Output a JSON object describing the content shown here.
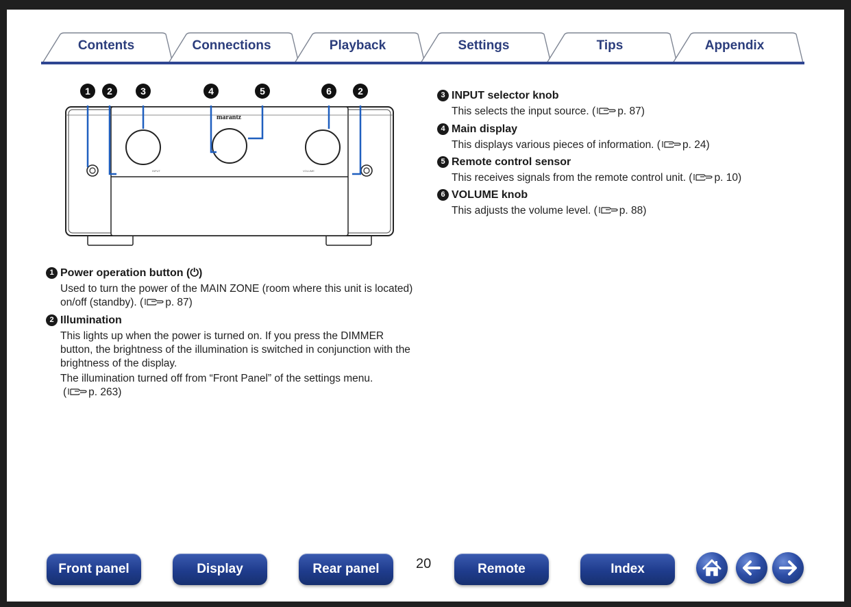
{
  "tabs": [
    {
      "label": "Contents"
    },
    {
      "label": "Connections"
    },
    {
      "label": "Playback"
    },
    {
      "label": "Settings"
    },
    {
      "label": "Tips"
    },
    {
      "label": "Appendix"
    }
  ],
  "figure": {
    "brand": "marantz",
    "knob_label_left": "INPUT",
    "knob_label_right": "VOLUME",
    "callouts": [
      "1",
      "2",
      "3",
      "4",
      "5",
      "6",
      "2"
    ]
  },
  "left_items": [
    {
      "num": "1",
      "title": "Power operation button (⏻)",
      "desc": "Used to turn the power of the MAIN ZONE (room where this unit is located) on/off (standby).",
      "ref": "p. 87)"
    },
    {
      "num": "2",
      "title": "Illumination",
      "desc": "This lights up when the power is turned on. If you press the DIMMER button, the brightness of the illumination is switched in conjunction with the brightness of the display.",
      "desc2": "The illumination turned off from “Front Panel” of the settings menu.",
      "ref": "p. 263)"
    }
  ],
  "right_items": [
    {
      "num": "3",
      "title": "INPUT selector knob",
      "desc": "This selects the input source.",
      "ref": "p. 87)"
    },
    {
      "num": "4",
      "title": "Main display",
      "desc": "This displays various pieces of information.",
      "ref": "p. 24)"
    },
    {
      "num": "5",
      "title": "Remote control sensor",
      "desc": "This receives signals from the remote control unit.",
      "ref": "p. 10)"
    },
    {
      "num": "6",
      "title": "VOLUME knob",
      "desc": "This adjusts the volume level.",
      "ref": "p. 88)"
    }
  ],
  "page_number": "20",
  "nav": {
    "front_panel": "Front panel",
    "display": "Display",
    "rear_panel": "Rear panel",
    "remote": "Remote",
    "index": "Index"
  },
  "icons": {
    "home": "home-icon",
    "back": "arrow-left-icon",
    "forward": "arrow-right-icon",
    "reference": "pointing-hand-icon"
  },
  "colors": {
    "accent": "#2b3d7c",
    "tab_line": "#2e4591",
    "callout_line": "#1f5fbf"
  }
}
